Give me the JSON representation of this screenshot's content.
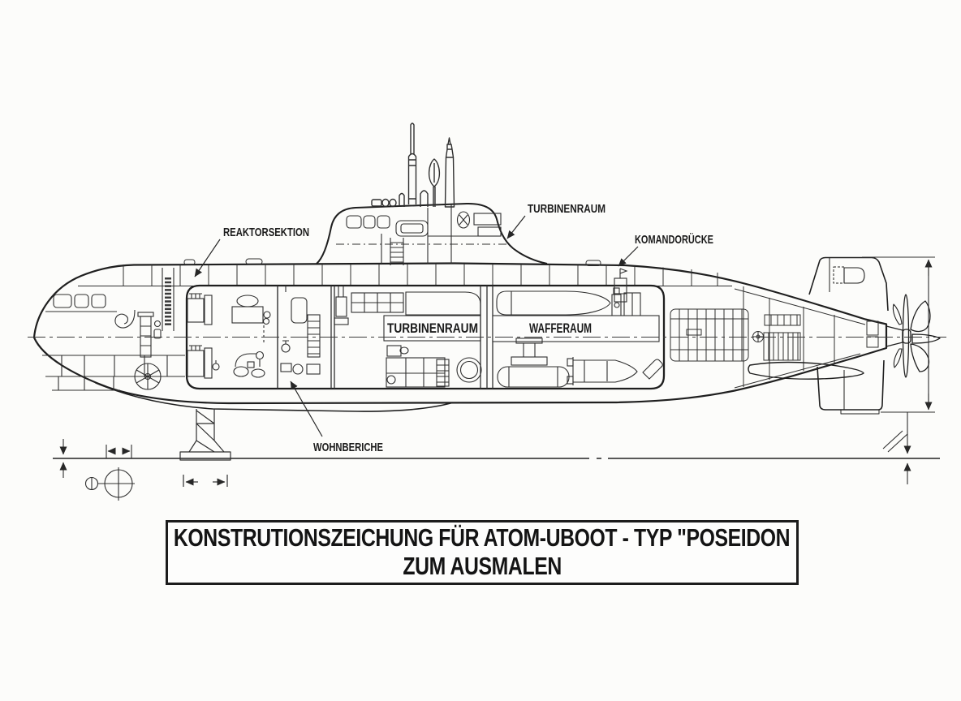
{
  "labels": {
    "reaktorsektion": "REAKTORSEKTION",
    "turbinenraum_top": "TURBINENRAUM",
    "komandoruecke": "KOMANDORÜCKE",
    "turbinenraum_inner": "TURBINENRAUM",
    "wafferaum": "WAFFERAUM",
    "wohnberiche": "WOHNBERICHE"
  },
  "title_block": {
    "line1": "KONSTRUTIONSZEICHUNG FÜR ATOM-UBOOT - TYP \"POSEIDON",
    "line2": "ZUM AUSMALEN"
  },
  "colors": {
    "paper": "#fcfcfa",
    "ink": "#272727",
    "heavy_ink": "#1c1c1c"
  }
}
